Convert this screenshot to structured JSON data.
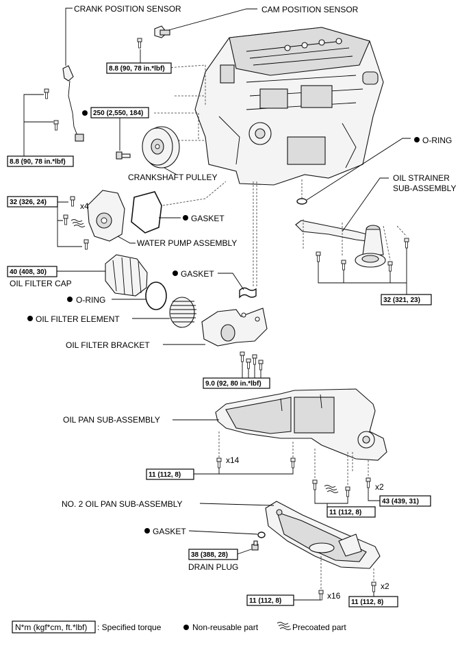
{
  "labels": {
    "crank_position_sensor": "CRANK POSITION SENSOR",
    "cam_position_sensor": "CAM POSITION SENSOR",
    "crankshaft_pulley": "CRANKSHAFT PULLEY",
    "gasket_water_pump": "GASKET",
    "water_pump_assembly": "WATER PUMP ASSEMBLY",
    "o_ring_top": "O-RING",
    "oil_strainer_line1": "OIL STRAINER",
    "oil_strainer_line2": "SUB-ASSEMBLY",
    "oil_filter_cap": "OIL FILTER CAP",
    "o_ring_filter": "O-RING",
    "oil_filter_element": "OIL FILTER ELEMENT",
    "gasket_bracket": "GASKET",
    "oil_filter_bracket": "OIL FILTER BRACKET",
    "oil_pan_sub_assembly": "OIL PAN SUB-ASSEMBLY",
    "no2_oil_pan_sub_assembly": "NO. 2 OIL PAN SUB-ASSEMBLY",
    "gasket_drain": "GASKET",
    "drain_plug": "DRAIN PLUG"
  },
  "multipliers": {
    "water_pump_bolts": "x4",
    "oil_pan_bolts": "x14",
    "oil_pan_nuts": "x2",
    "no2_pan_bolts": "x16",
    "no2_pan_nuts": "x2"
  },
  "torques": {
    "cam_sensor_bolt": "8.8 (90, 78 in.*lbf)",
    "crankshaft_pulley_bolt": "250 (2,550, 184)",
    "crank_sensor_bolt": "8.8 (90, 78 in.*lbf)",
    "water_pump_bolts": "32 (326, 24)",
    "oil_filter_cap": "40 (408, 30)",
    "oil_strainer_bolts": "32 (321, 23)",
    "oil_filter_bracket_bolts": "9.0 (92, 80 in.*lbf)",
    "oil_pan_bolts": "11 (112, 8)",
    "oil_pan_lower_bolts": "11 (112, 8)",
    "oil_pan_nuts": "43 (439, 31)",
    "drain_plug": "38 (388, 28)",
    "no2_pan_bolts": "11 (112, 8)",
    "no2_pan_nuts": "11 (112, 8)"
  },
  "legend": {
    "torque_unit": "N*m (kgf*cm, ft.*lbf)",
    "torque_desc": ": Specified torque",
    "non_reusable": "Non-reusable part",
    "precoated": "Precoated part"
  }
}
